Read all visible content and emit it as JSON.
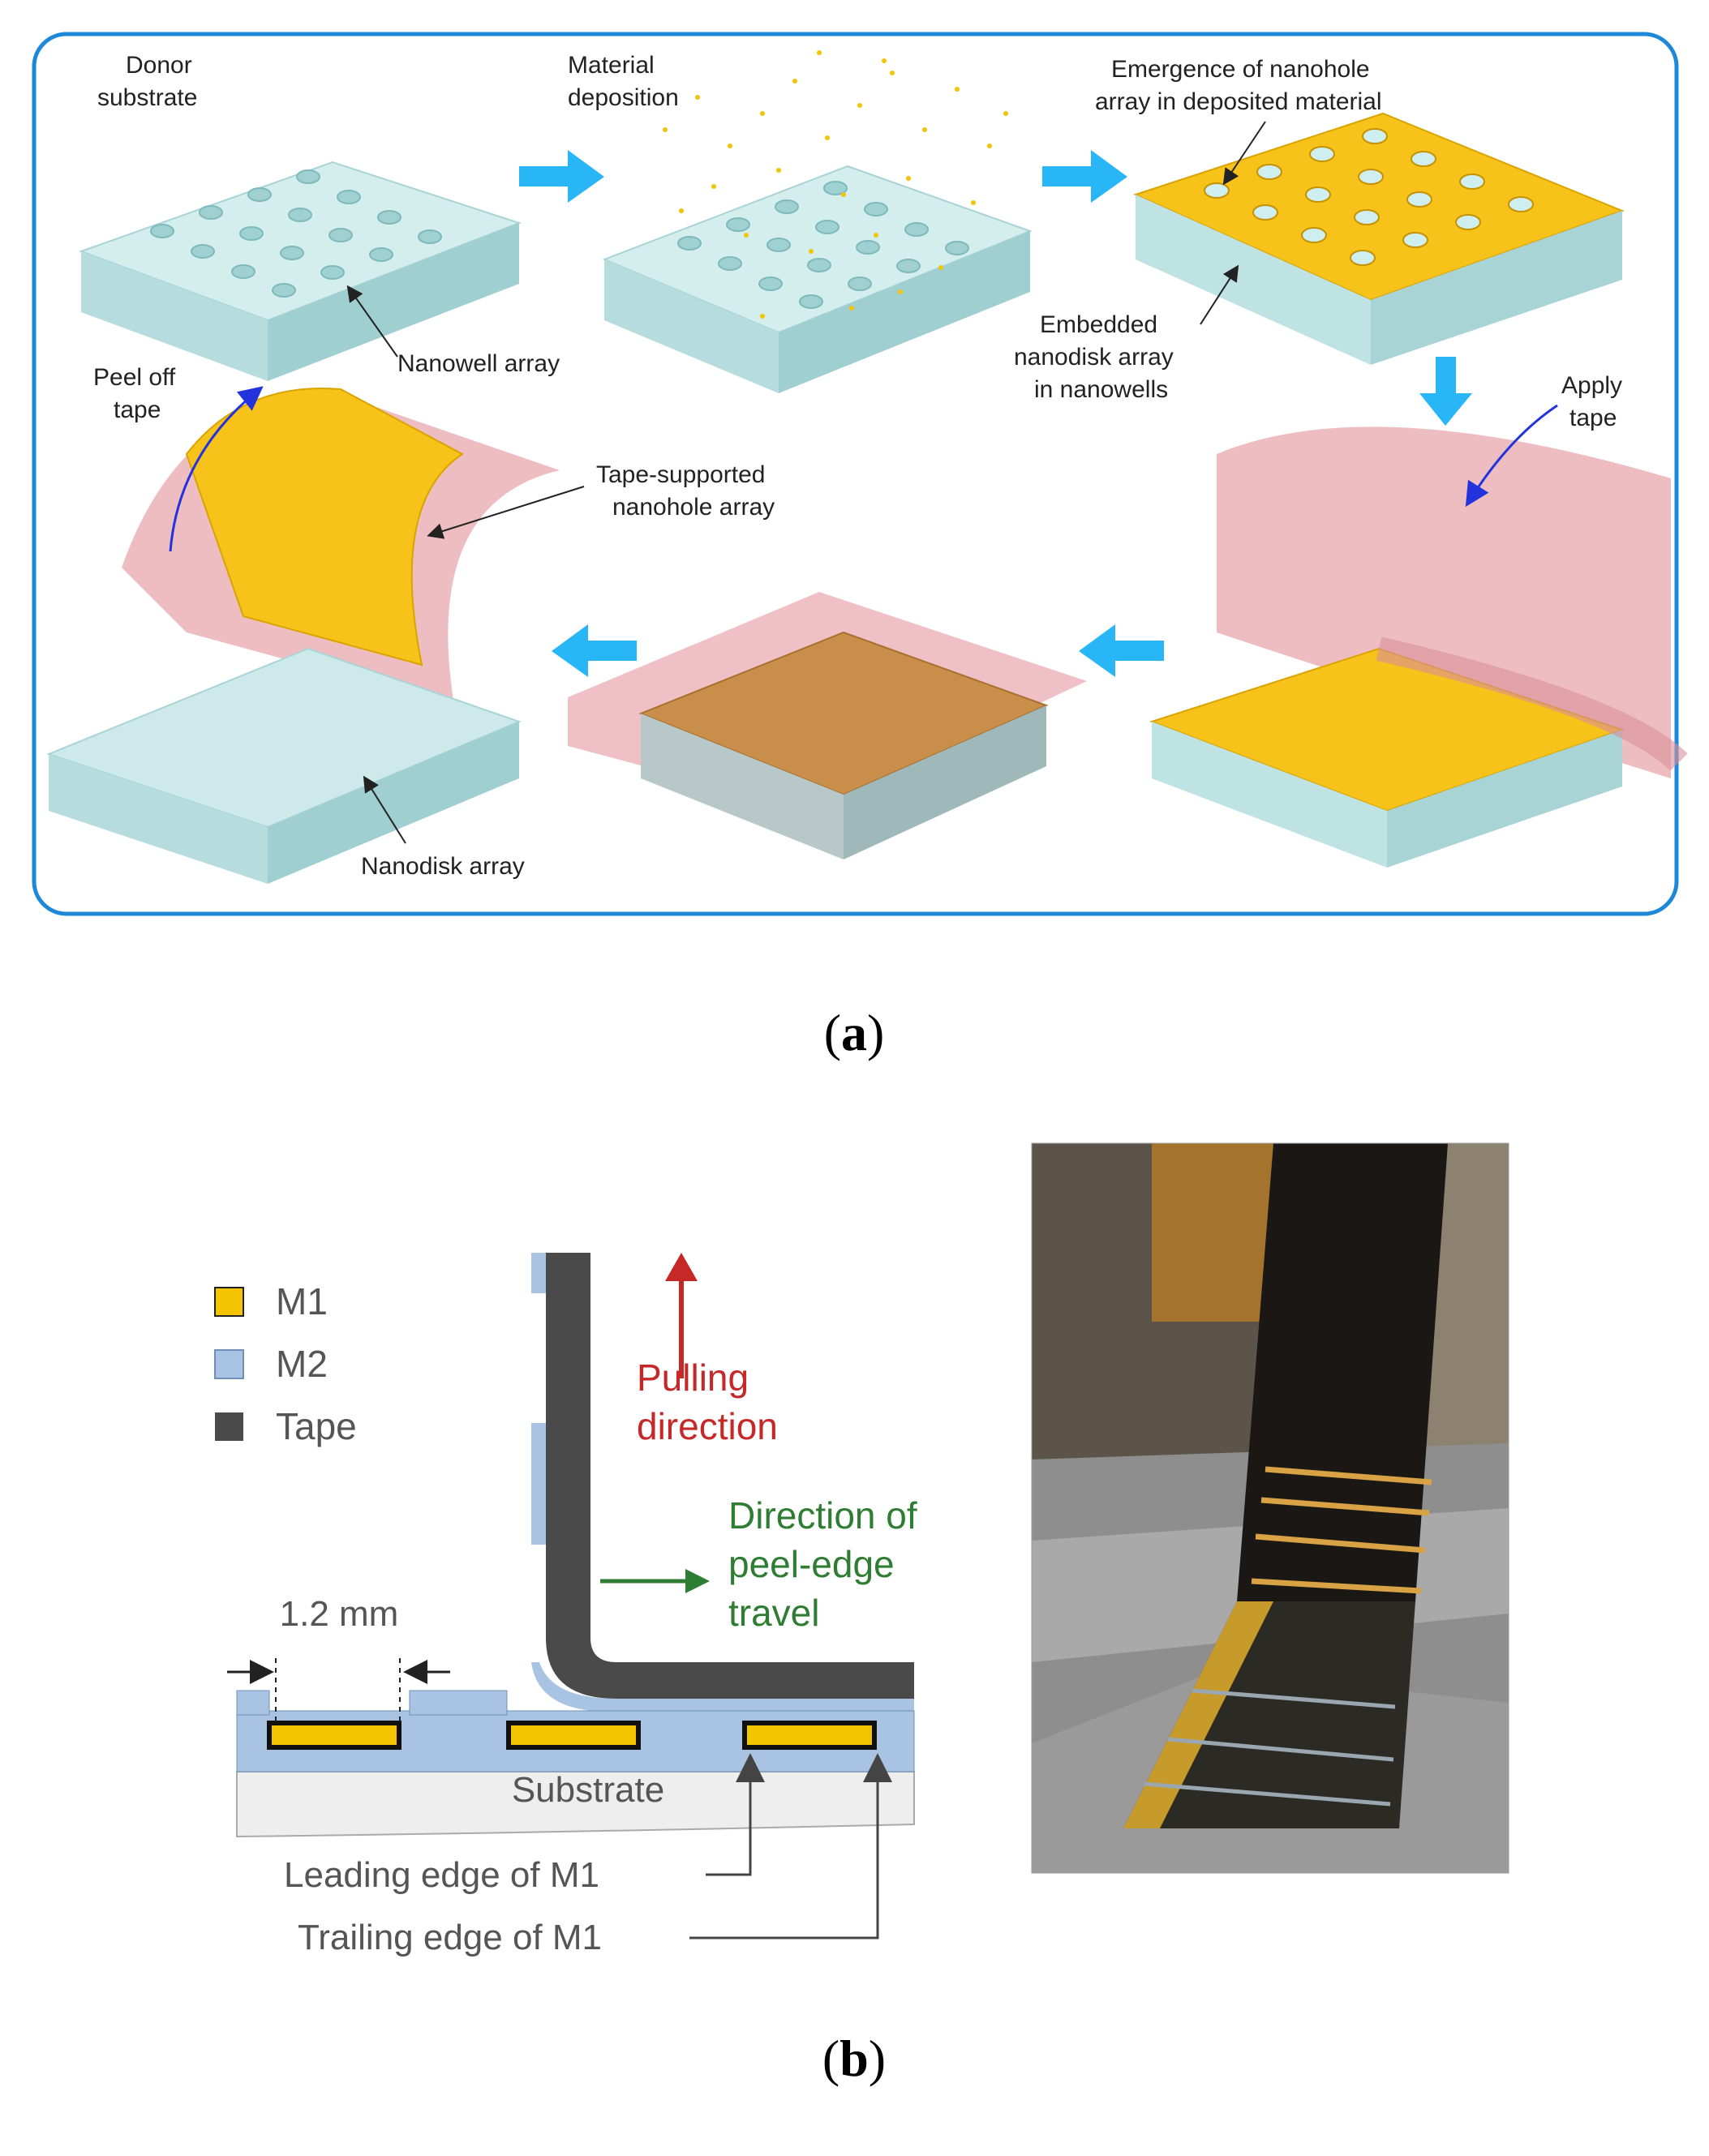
{
  "panel_a": {
    "labels": {
      "donor": [
        "Donor",
        "substrate"
      ],
      "deposition": [
        "Material",
        "deposition"
      ],
      "emergence": [
        "Emergence of nanohole",
        "array in deposited material"
      ],
      "embedded": [
        "Embedded",
        "nanodisk array",
        "in nanowells"
      ],
      "nanowell": "Nanowell array",
      "apply": [
        "Apply",
        "tape"
      ],
      "peel": [
        "Peel off",
        "tape"
      ],
      "tape_supported": [
        "Tape-supported",
        "nanohole array"
      ],
      "nanodisk": "Nanodisk array"
    },
    "caption": "a"
  },
  "panel_b": {
    "legend": [
      {
        "label": "M1",
        "color": "#f5c400"
      },
      {
        "label": "M2",
        "color": "#a9c4e2"
      },
      {
        "label": "Tape",
        "color": "#4a4a4a"
      }
    ],
    "pulling": [
      "Pulling",
      "direction"
    ],
    "peel_edge": [
      "Direction of",
      "peel-edge",
      "travel"
    ],
    "dimension": "1.2 mm",
    "substrate": "Substrate",
    "leading": "Leading edge of M1",
    "trailing": "Trailing edge of M1",
    "caption": "b"
  },
  "colors": {
    "frame": "#1e88d8",
    "arrow": "#29b6f6",
    "glass": "#cde9ea",
    "gold": "#f7c21a",
    "tape": "#e8a7ae",
    "pulling": "#c62828",
    "peel": "#2e7d32"
  }
}
